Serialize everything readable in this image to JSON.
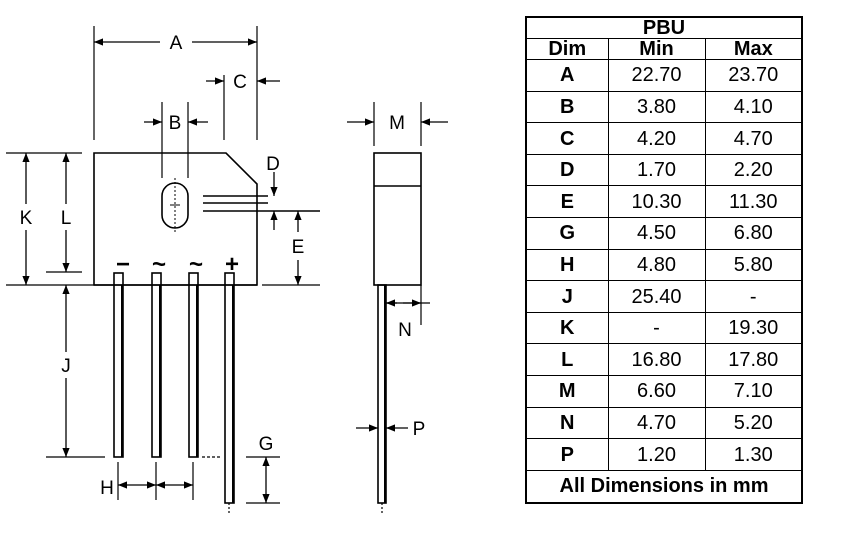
{
  "drawing": {
    "labels": {
      "A": "A",
      "B": "B",
      "C": "C",
      "D": "D",
      "E": "E",
      "G": "G",
      "H": "H",
      "J": "J",
      "K": "K",
      "L": "L",
      "M": "M",
      "N": "N",
      "P": "P"
    },
    "pin_symbols": [
      "−",
      "~",
      "~",
      "+"
    ]
  },
  "table": {
    "title": "PBU",
    "headers": [
      "Dim",
      "Min",
      "Max"
    ],
    "rows": [
      {
        "dim": "A",
        "min": "22.70",
        "max": "23.70"
      },
      {
        "dim": "B",
        "min": "3.80",
        "max": "4.10"
      },
      {
        "dim": "C",
        "min": "4.20",
        "max": "4.70"
      },
      {
        "dim": "D",
        "min": "1.70",
        "max": "2.20"
      },
      {
        "dim": "E",
        "min": "10.30",
        "max": "11.30"
      },
      {
        "dim": "G",
        "min": "4.50",
        "max": "6.80"
      },
      {
        "dim": "H",
        "min": "4.80",
        "max": "5.80"
      },
      {
        "dim": "J",
        "min": "25.40",
        "max": "-"
      },
      {
        "dim": "K",
        "min": "-",
        "max": "19.30"
      },
      {
        "dim": "L",
        "min": "16.80",
        "max": "17.80"
      },
      {
        "dim": "M",
        "min": "6.60",
        "max": "7.10"
      },
      {
        "dim": "N",
        "min": "4.70",
        "max": "5.20"
      },
      {
        "dim": "P",
        "min": "1.20",
        "max": "1.30"
      }
    ],
    "footer": "All Dimensions in mm"
  }
}
